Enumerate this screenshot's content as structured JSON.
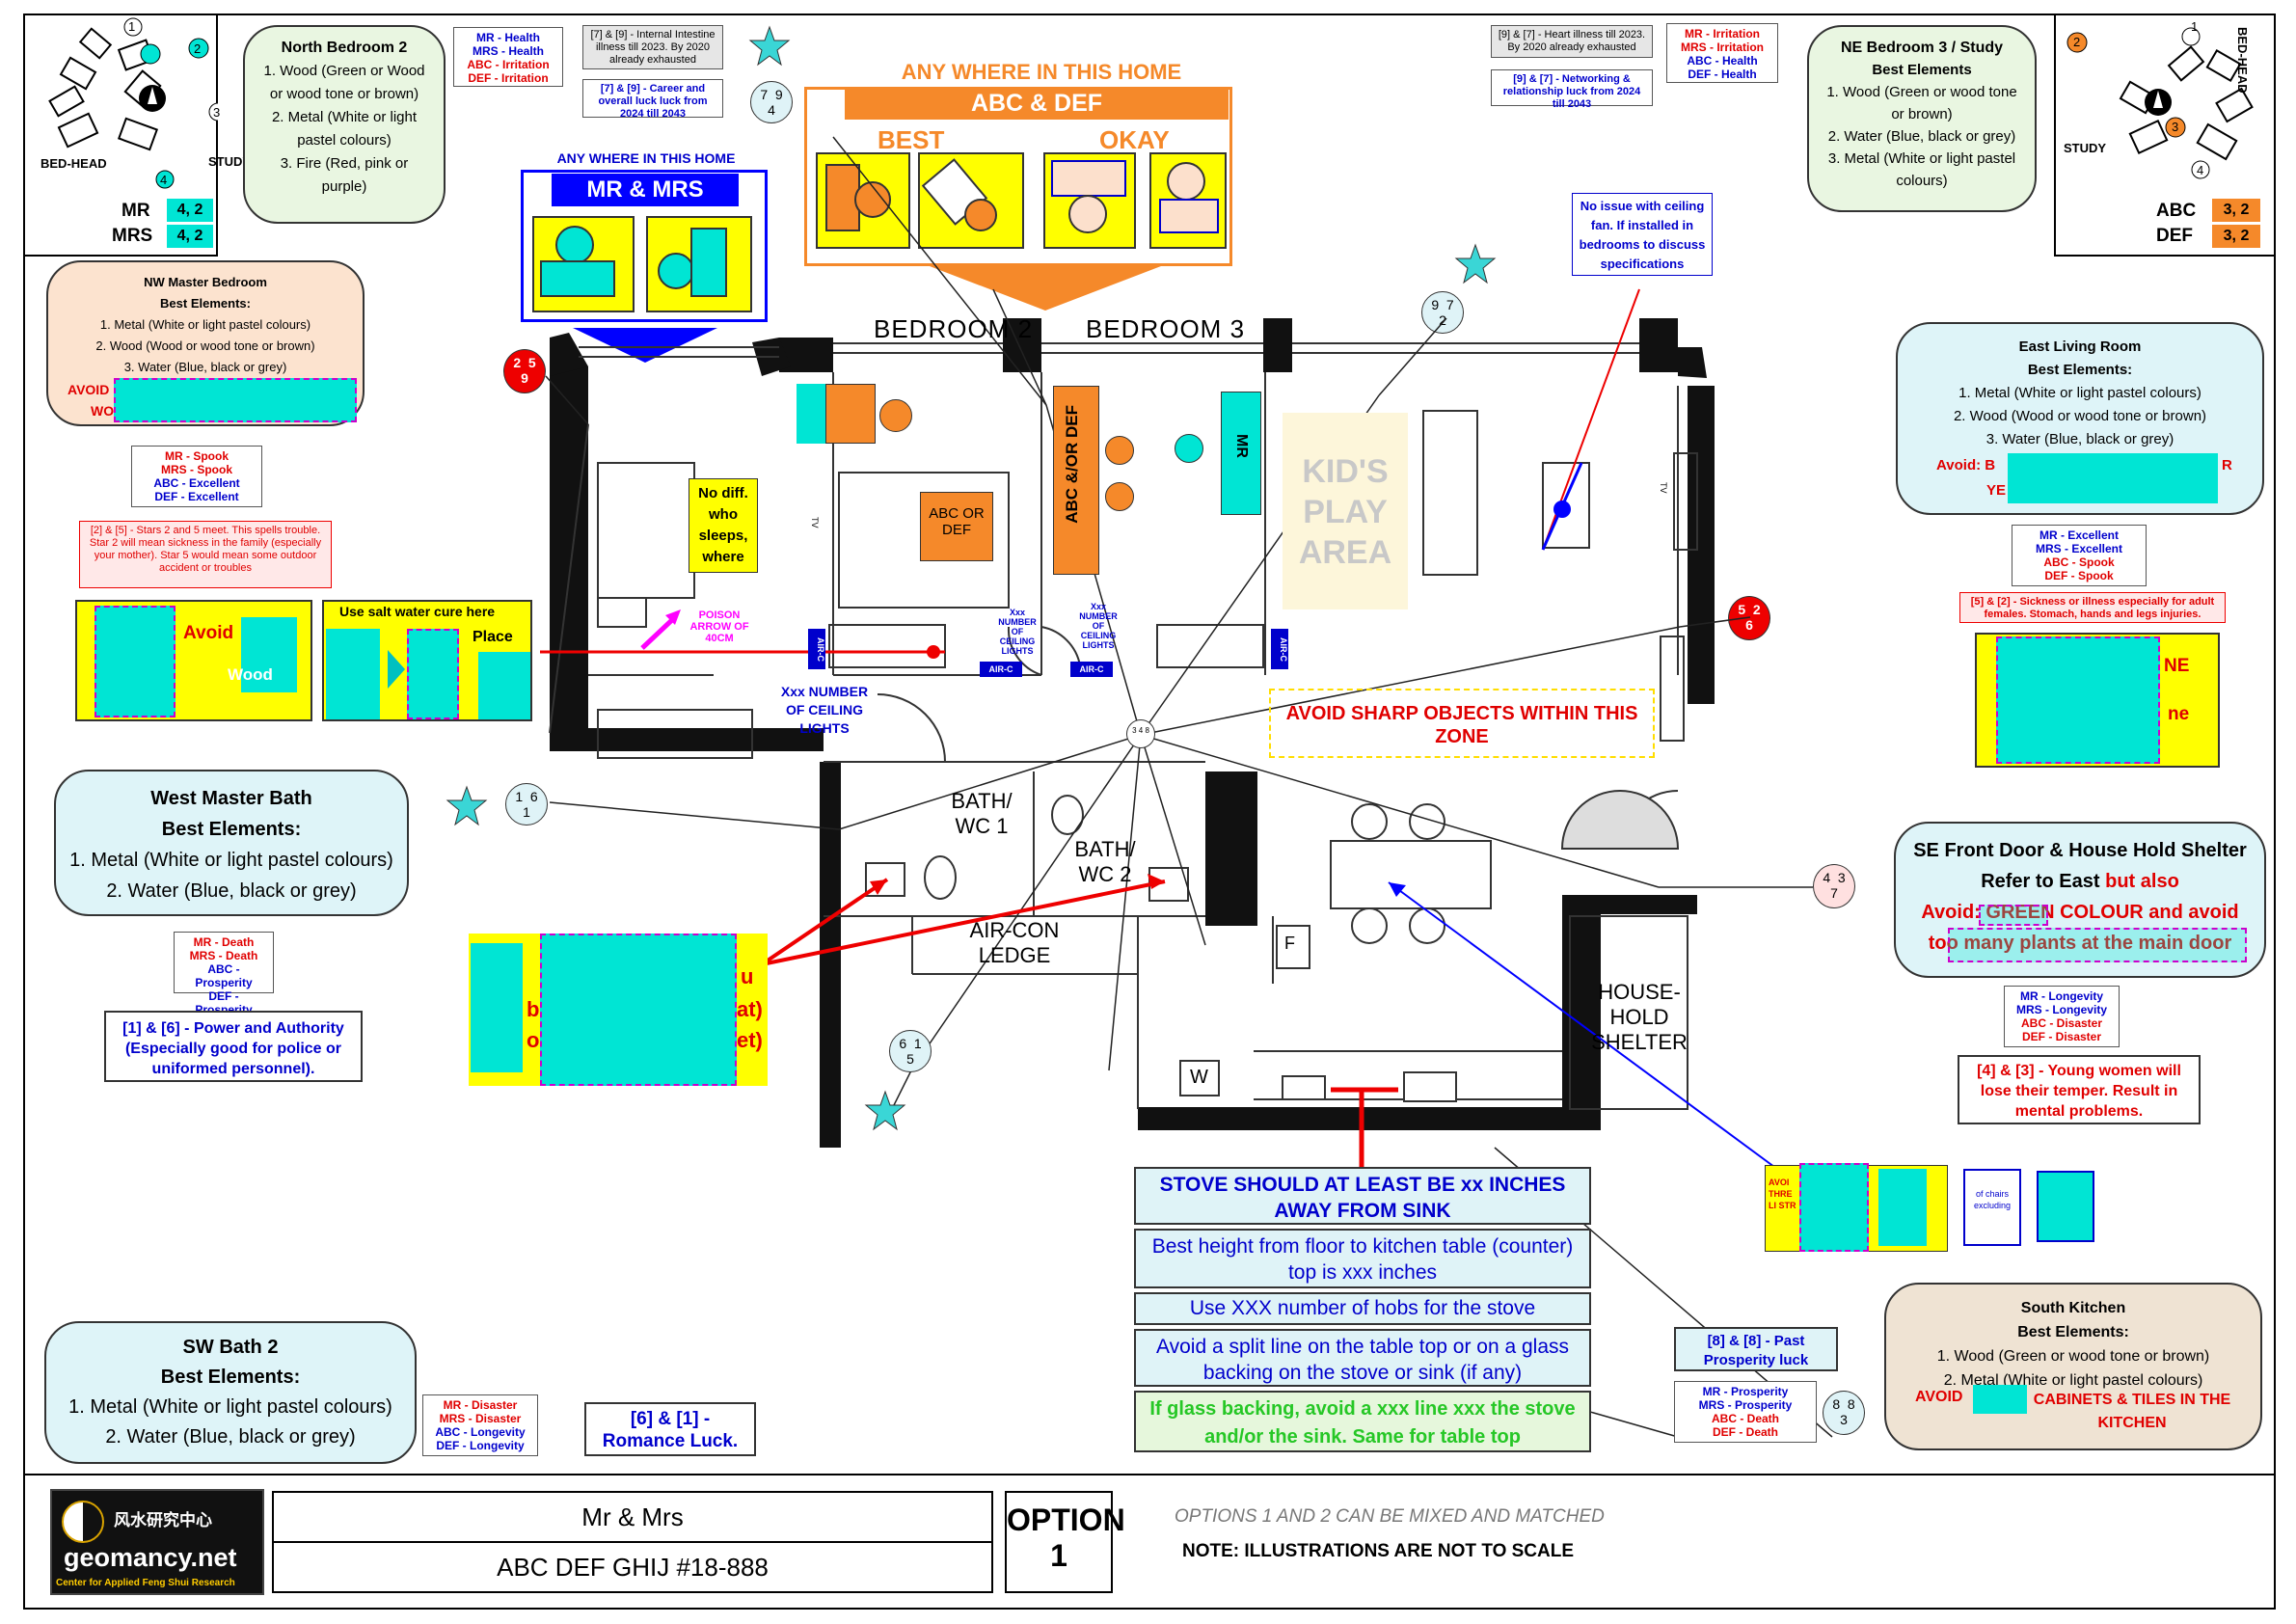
{
  "compass_left": {
    "labels": {
      "n1": "1",
      "n2": "2",
      "n3": "3",
      "n4": "4",
      "bed_head": "BED-HEAD",
      "study": "STUDY"
    }
  },
  "compass_right": {
    "labels": {
      "n1": "1",
      "n2": "2",
      "n3": "3",
      "n4": "4",
      "bed_head": "BED-HEAD",
      "study": "STUDY"
    }
  },
  "mr_mrs_numbers": {
    "mr_label": "MR",
    "mrs_label": "MRS",
    "mr_val": "4, 2",
    "mrs_val": "4, 2"
  },
  "abc_def_numbers": {
    "abc_label": "ABC",
    "def_label": "DEF",
    "abc_val": "3, 2",
    "def_val": "3, 2"
  },
  "north_bedroom2": {
    "title": "North Bedroom 2",
    "l1": "1. Wood (Green or Wood",
    "l2": "or wood tone or brown)",
    "l3": "2. Metal (White or light",
    "l4": "pastel colours)",
    "l5": "3. Fire (Red, pink or",
    "l6": "purple)"
  },
  "nb2_luck": {
    "mr": "MR - Health",
    "mrs": "MRS - Health",
    "abc": "ABC - Irritation",
    "def": "DEF - Irritation"
  },
  "nb2_note1": "[7] & [9] - Internal Intestine illness till 2023. By 2020 already exhausted",
  "nb2_note2": "[7] & [9] - Career and overall luck luck from 2024 till 2043",
  "circle_794": {
    "a": "7",
    "b": "9",
    "c": "4"
  },
  "anywhere_abc": {
    "title": "ANY WHERE IN THIS HOME",
    "bar": "ABC & DEF",
    "best": "BEST",
    "okay": "OKAY"
  },
  "anywhere_mr": {
    "title": "ANY WHERE IN THIS HOME",
    "bar": "MR & MRS"
  },
  "ne_note1": "[9] & [7] - Heart illness till 2023. By 2020 already exhausted",
  "ne_note2": "[9] & [7] - Networking & relationship luck from 2024 till 2043",
  "ne_luck": {
    "mr": "MR - Irritation",
    "mrs": "MRS - Irritation",
    "abc": "ABC - Health",
    "def": "DEF - Health"
  },
  "ne_bedroom3": {
    "title": "NE Bedroom 3 / Study",
    "sub": "Best Elements",
    "l1": "1. Wood (Green or wood tone",
    "l2": "or brown)",
    "l3": "2. Water (Blue, black or grey)",
    "l4": "3. Metal (White or light pastel",
    "l5": "colours)"
  },
  "nw_master": {
    "title": "NW Master Bedroom",
    "sub": "Best Elements:",
    "l1": "1. Metal (White or light pastel colours)",
    "l2": "2. Wood (Wood or wood tone or brown)",
    "l3": "3. Water (Blue, black or grey)",
    "avoid": "AVOID",
    "wo": "WO"
  },
  "nw_luck": {
    "mr": "MR - Spook",
    "mrs": "MRS - Spook",
    "abc": "ABC - Excellent",
    "def": "DEF - Excellent"
  },
  "nw_note": "[2] & [5] - Stars 2 and 5 meet. This spells trouble. Star 2 will mean sickness in the family (especially your mother). Star 5 would mean some outdoor accident or troubles",
  "nw_remedy": {
    "avoid": "Avoid",
    "use": "Use salt water cure here",
    "place": "Place",
    "wood": "Wood"
  },
  "circle_259": {
    "a": "2",
    "b": "5",
    "c": "9"
  },
  "ceiling_fan_note": "No issue with ceiling fan. If installed in bedrooms to discuss specifications",
  "circle_972": {
    "a": "9",
    "b": "7",
    "c": "2"
  },
  "east_living": {
    "title": "East Living Room",
    "sub": "Best Elements:",
    "l1": "1. Metal (White or light pastel colours)",
    "l2": "2. Wood (Wood  or wood tone or brown)",
    "l3": "3. Water (Blue, black or grey)",
    "avoid": "Avoid: B",
    "ye": "YE",
    "tail": "R"
  },
  "east_luck": {
    "mr": "MR - Excellent",
    "mrs": "MRS - Excellent",
    "abc": "ABC - Spook",
    "def": "DEF - Spook"
  },
  "east_note": "[5] & [2] - Sickness or illness especially for adult females. Stomach, hands and legs injuries.",
  "circle_526": {
    "a": "5",
    "b": "2",
    "c": "6"
  },
  "east_remedy": {
    "ne": "NE",
    "ne2": "ne"
  },
  "floorplan": {
    "bedroom2": "BEDROOM 2",
    "bedroom3": "BEDROOM 3",
    "abc_or_def_vertical": "ABC &/OR DEF",
    "mr_vertical": "MR",
    "kids": "KID'S PLAY AREA",
    "nodiff": "No diff. who sleeps, where",
    "abc_or_def": "ABC OR DEF",
    "poison": "POISON ARROW OF 40CM",
    "xxx_lights_a": "Xxx NUMBER OF CEILING LIGHTS",
    "xxx_lights_b": "Xxx NUMBER OF CEILING LIGHTS",
    "xxx_lights_main": "Xxx NUMBER OF CEILING LIGHTS",
    "airc": "AIR-C",
    "avoid_sharp": "AVOID SHARP OBJECTS WITHIN THIS ZONE",
    "bath1": "BATH/ WC 1",
    "bath2": "BATH/ WC 2",
    "aircon": "AIR-CON LEDGE",
    "household": "HOUSE- HOLD SHELTER",
    "w": "W",
    "f": "F",
    "tv": "TV",
    "center_num": "3 4 8"
  },
  "west_bath": {
    "title": "West Master Bath",
    "sub": "Best Elements:",
    "l1": "1. Metal (White or light pastel colours)",
    "l2": "2. Water (Blue, black or grey)"
  },
  "west_luck": {
    "mr": "MR - Death",
    "mrs": "MRS - Death",
    "abc": "ABC - Prosperity",
    "def": "DEF - Prosperity"
  },
  "west_note": "[1] & [6] - Power and Authority (Especially good for police or uniformed personnel).",
  "circle_161": {
    "a": "1",
    "b": "6",
    "c": "1"
  },
  "west_remedy": {
    "u": "u",
    "b": "b",
    "at": "at)",
    "et": "et)",
    "o": "o"
  },
  "circle_615": {
    "a": "6",
    "b": "1",
    "c": "5"
  },
  "se_front": {
    "title": "SE Front Door & House Hold Shelter",
    "l1a": "Refer to East",
    "l1b": "but also",
    "l2": "Avoid: GREEN COLOUR and avoid",
    "l3": "too many plants at the main door"
  },
  "se_luck": {
    "mr": "MR - Longevity",
    "mrs": "MRS - Longevity",
    "abc": "ABC - Disaster",
    "def": "DEF - Disaster"
  },
  "se_note": "[4] & [3] - Young women will lose their temper. Result in mental problems.",
  "circle_437": {
    "a": "4",
    "b": "3",
    "c": "7"
  },
  "se_remedy": {
    "avo": "AVOI THRE LI STR",
    "chairs": "of chairs excluding"
  },
  "kitchen_notes": {
    "n1": "STOVE SHOULD AT LEAST BE xx INCHES AWAY FROM SINK",
    "n2": "Best height from floor to kitchen table (counter) top is xxx inches",
    "n3": "Use XXX number of hobs for the stove",
    "n4": "Avoid a split line on the table top or on a glass backing on the stove or sink (if any)",
    "n5": "If glass backing, avoid a xxx line xxx  the stove and/or the sink. Same for table top"
  },
  "sw_bath": {
    "title": "SW Bath 2",
    "sub": "Best Elements:",
    "l1": "1. Metal (White or light pastel colours)",
    "l2": "2. Water (Blue, black or grey)"
  },
  "sw_luck": {
    "mr": "MR - Disaster",
    "mrs": "MRS - Disaster",
    "abc": "ABC - Longevity",
    "def": "DEF - Longevity"
  },
  "sw_note": "[6] & [1] - Romance Luck.",
  "south_kitchen": {
    "title": "South Kitchen",
    "sub": "Best Elements:",
    "l1": "1. Wood (Green or wood tone or brown)",
    "l2": "2. Metal (White or light pastel colours)",
    "avoid": "AVOID",
    "tail": "CABINETS & TILES IN THE KITCHEN"
  },
  "south_note": "[8] & [8] - Past Prosperity luck",
  "south_luck": {
    "mr": "MR - Prosperity",
    "mrs": "MRS - Prosperity",
    "abc": "ABC - Death",
    "def": "DEF - Death"
  },
  "circle_883": {
    "a": "8",
    "b": "8",
    "c": "3"
  },
  "footer": {
    "logo_cn": "风水研究中心",
    "logo_site": "geomancy.net",
    "logo_sub": "Center for Applied Feng Shui Research",
    "client": "Mr &  Mrs",
    "address": "ABC DEF GHIJ  #18-888",
    "option_label": "OPTION",
    "option_num": "1",
    "note1": "OPTIONS 1 AND 2 CAN BE MIXED AND MATCHED",
    "note2": "NOTE: ILLUSTRATIONS ARE NOT TO SCALE"
  },
  "colors": {
    "orange": "#f5892a",
    "yellow": "#ffff00",
    "cyan": "#00e5d4",
    "red": "#e00000",
    "blue": "#0000cc",
    "star": "#3ad6d6"
  }
}
